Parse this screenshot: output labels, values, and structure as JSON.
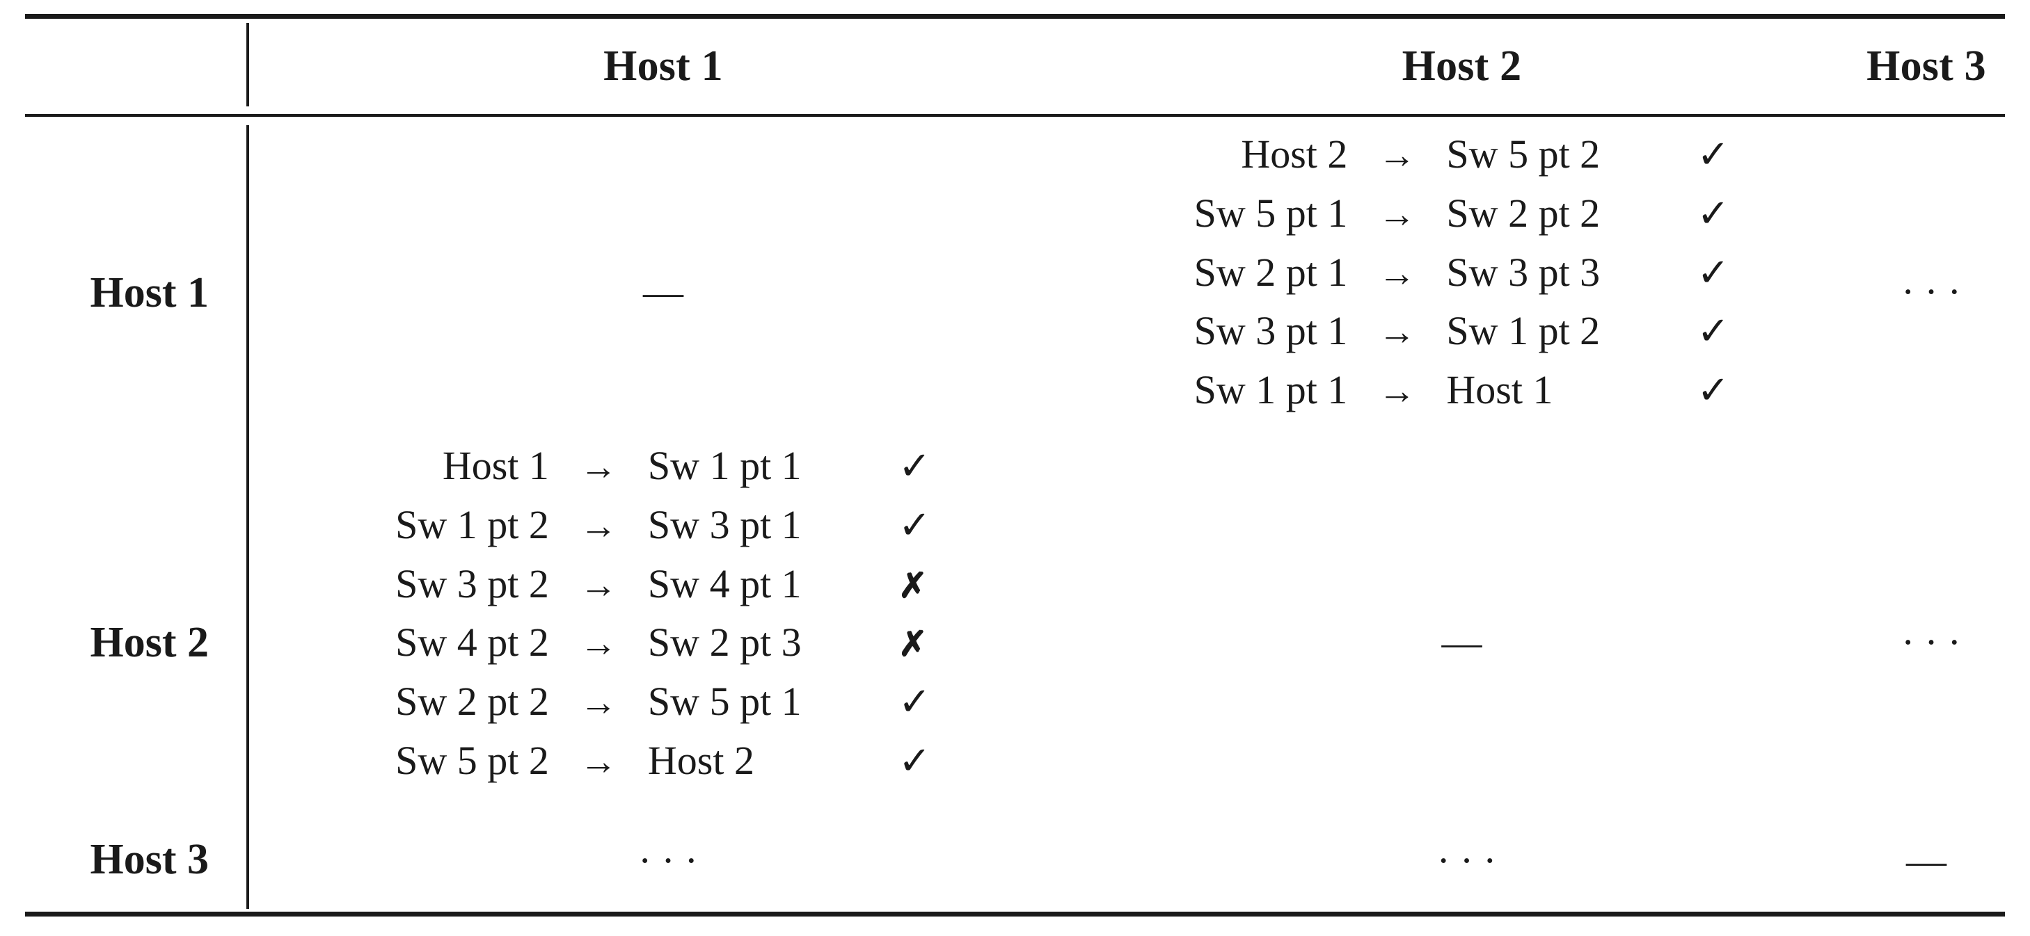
{
  "table": {
    "column_headers": [
      "Host 1",
      "Host 2",
      "Host 3"
    ],
    "row_headers": [
      "Host 1",
      "Host 2",
      "Host 3"
    ],
    "symbols": {
      "arrow": "→",
      "check": "✓",
      "cross": "✗",
      "dash": "—",
      "ellipsis": "···"
    },
    "cells": {
      "r1c1": {
        "kind": "dash",
        "value": "—"
      },
      "r1c2": {
        "kind": "path",
        "steps": [
          {
            "src": "Host 2",
            "arrow": "→",
            "dst": "Sw 5 pt 2",
            "mark": "✓",
            "status": "ok"
          },
          {
            "src": "Sw 5 pt 1",
            "arrow": "→",
            "dst": "Sw 2 pt 2",
            "mark": "✓",
            "status": "ok"
          },
          {
            "src": "Sw 2 pt 1",
            "arrow": "→",
            "dst": "Sw 3 pt 3",
            "mark": "✓",
            "status": "ok"
          },
          {
            "src": "Sw 3 pt 1",
            "arrow": "→",
            "dst": "Sw 1 pt 2",
            "mark": "✓",
            "status": "ok"
          },
          {
            "src": "Sw 1 pt 1",
            "arrow": "→",
            "dst": "Host 1",
            "mark": "✓",
            "status": "ok"
          }
        ]
      },
      "r1c3": {
        "kind": "ellipsis",
        "value": "···"
      },
      "r2c1": {
        "kind": "path",
        "steps": [
          {
            "src": "Host 1",
            "arrow": "→",
            "dst": "Sw 1 pt 1",
            "mark": "✓",
            "status": "ok"
          },
          {
            "src": "Sw 1 pt 2",
            "arrow": "→",
            "dst": "Sw 3 pt 1",
            "mark": "✓",
            "status": "ok"
          },
          {
            "src": "Sw 3 pt 2",
            "arrow": "→",
            "dst": "Sw 4 pt 1",
            "mark": "✗",
            "status": "fail"
          },
          {
            "src": "Sw 4 pt 2",
            "arrow": "→",
            "dst": "Sw 2 pt 3",
            "mark": "✗",
            "status": "fail"
          },
          {
            "src": "Sw 2 pt 2",
            "arrow": "→",
            "dst": "Sw 5 pt 1",
            "mark": "✓",
            "status": "ok"
          },
          {
            "src": "Sw 5 pt 2",
            "arrow": "→",
            "dst": "Host 2",
            "mark": "✓",
            "status": "ok"
          }
        ]
      },
      "r2c2": {
        "kind": "dash",
        "value": "—"
      },
      "r2c3": {
        "kind": "ellipsis",
        "value": "···"
      },
      "r3c1": {
        "kind": "ellipsis",
        "value": "···"
      },
      "r3c2": {
        "kind": "ellipsis",
        "value": "···"
      },
      "r3c3": {
        "kind": "dash",
        "value": "—"
      }
    }
  },
  "colors": {
    "ink": "#1a1a1a",
    "page": "#ffffff"
  }
}
